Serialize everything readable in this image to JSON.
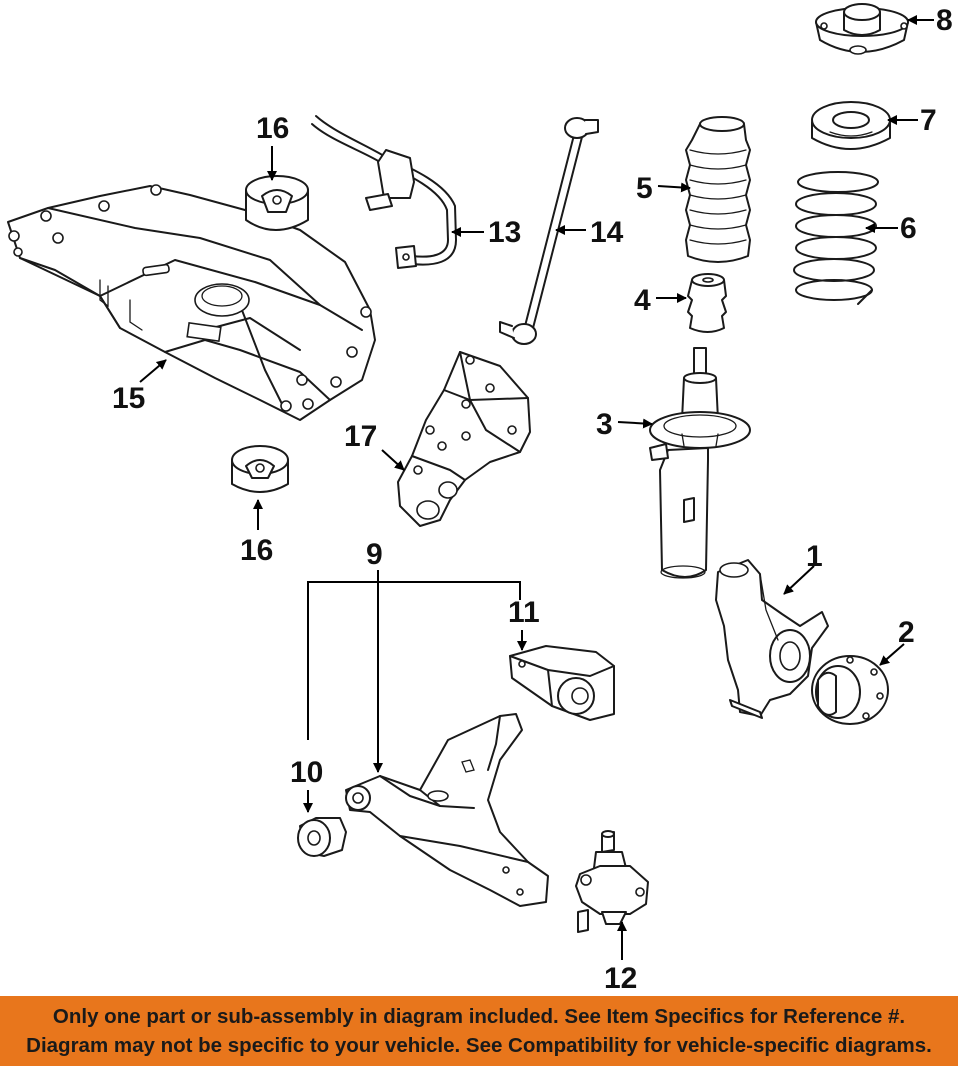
{
  "diagram": {
    "title": "Front suspension exploded parts diagram",
    "callouts": {
      "c1": "1",
      "c2": "2",
      "c3": "3",
      "c4": "4",
      "c5": "5",
      "c6": "6",
      "c7": "7",
      "c8": "8",
      "c9": "9",
      "c10": "10",
      "c11": "11",
      "c12": "12",
      "c13": "13",
      "c14": "14",
      "c15": "15",
      "c16a": "16",
      "c16b": "16",
      "c17": "17"
    },
    "colors": {
      "line": "#1a1a1a",
      "banner": "#e8761c",
      "banner_text": "#1a1a1a"
    }
  },
  "footer": {
    "line1": "Only one part or sub-assembly in diagram included. See Item Specifics for Reference #.",
    "line2": "Diagram may not be specific to your vehicle. See Compatibility for vehicle-specific diagrams."
  }
}
